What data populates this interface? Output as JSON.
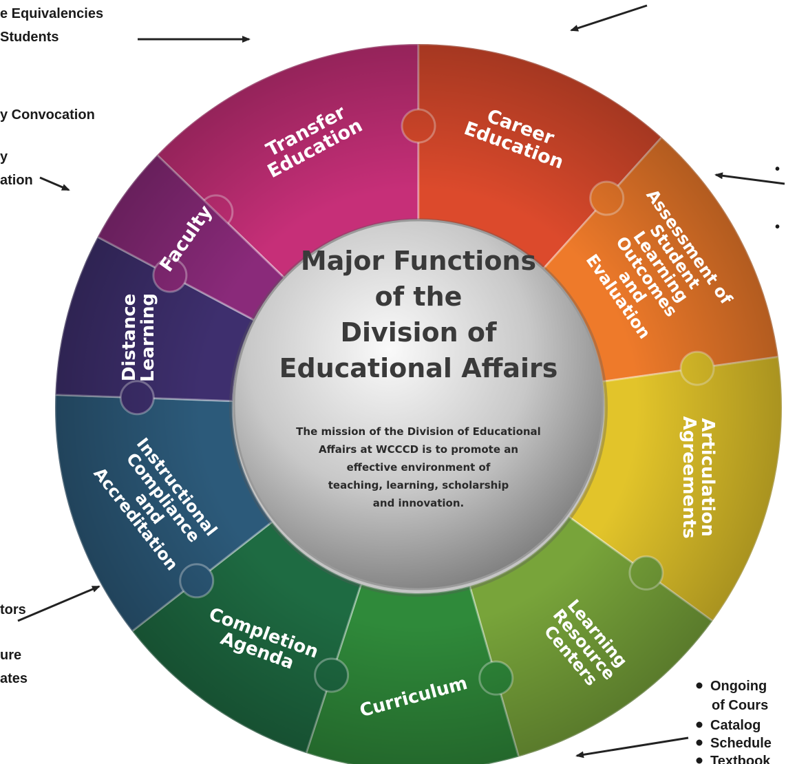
{
  "hub": {
    "title_lines": [
      "Major Functions",
      "of the",
      "Division of",
      "Educational Affairs"
    ],
    "mission_lines": [
      "The mission of the Division of Educational",
      "Affairs at WCCCD is to promote an",
      "effective environment of",
      "teaching, learning, scholarship",
      "and innovation."
    ]
  },
  "segments": [
    {
      "id": "transfer-education",
      "lines": [
        "Transfer",
        "Education"
      ],
      "color": "#c62f78"
    },
    {
      "id": "career-education",
      "lines": [
        "Career",
        "Education"
      ],
      "color": "#dc4a2c"
    },
    {
      "id": "assessment",
      "lines": [
        "Assessment of",
        "Student",
        "Learning",
        "Outcomes",
        "and",
        "Evaluation"
      ],
      "color": "#ee7a2a"
    },
    {
      "id": "articulation-agreements",
      "lines": [
        "Articulation",
        "Agreements"
      ],
      "color": "#e2c42a"
    },
    {
      "id": "learning-resource-centers",
      "lines": [
        "Learning",
        "Resource",
        "Centers"
      ],
      "color": "#78a43a"
    },
    {
      "id": "curriculum",
      "lines": [
        "Curriculum"
      ],
      "color": "#2f8a3a"
    },
    {
      "id": "completion-agenda",
      "lines": [
        "Completion",
        "Agenda"
      ],
      "color": "#1e6b42"
    },
    {
      "id": "instructional-compliance",
      "lines": [
        "Instructional",
        "Compliance",
        "and",
        "Accreditation"
      ],
      "color": "#2c5a7a"
    },
    {
      "id": "distance-learning",
      "lines": [
        "Distance",
        "Learning"
      ],
      "color": "#3e2f6e"
    },
    {
      "id": "faculty",
      "lines": [
        "Faculty"
      ],
      "color": "#8a2a7a"
    }
  ],
  "side_texts": {
    "equivalencies": [
      "e Equivalencies",
      "Students"
    ],
    "convocation": [
      "y Convocation"
    ],
    "orientation": [
      "y",
      "ation"
    ],
    "regulators": [
      "tors"
    ],
    "certificates": [
      "ure",
      "ates"
    ],
    "curriculum_bullets": [
      "Ongoing",
      "of Cours",
      "Catalog",
      "Schedule",
      "Textbook"
    ]
  }
}
